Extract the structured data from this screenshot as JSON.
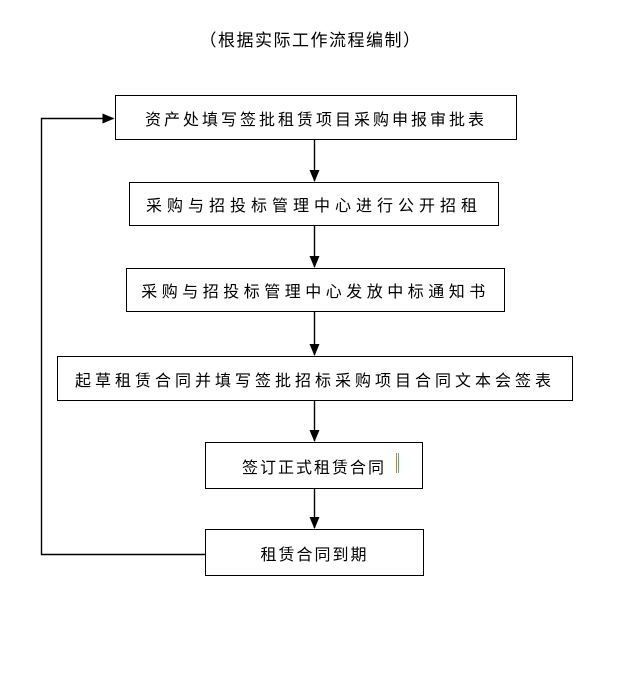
{
  "title": "（根据实际工作流程编制）",
  "flowchart": {
    "nodes": [
      {
        "id": "node-1",
        "label": "资产处填写签批租赁项目采购申报审批表"
      },
      {
        "id": "node-2",
        "label": "采购与招投标管理中心进行公开招租"
      },
      {
        "id": "node-3",
        "label": "采购与招投标管理中心发放中标通知书"
      },
      {
        "id": "node-4",
        "label": "起草租赁合同并填写签批招标采购项目合同文本会签表"
      },
      {
        "id": "node-5",
        "label": "签订正式租赁合同"
      },
      {
        "id": "node-6",
        "label": "租赁合同到期"
      }
    ],
    "edges": [
      {
        "from": "node-1",
        "to": "node-2",
        "type": "arrow-down"
      },
      {
        "from": "node-2",
        "to": "node-3",
        "type": "arrow-down"
      },
      {
        "from": "node-3",
        "to": "node-4",
        "type": "arrow-down"
      },
      {
        "from": "node-4",
        "to": "node-5",
        "type": "arrow-down"
      },
      {
        "from": "node-5",
        "to": "node-6",
        "type": "arrow-down"
      },
      {
        "from": "node-6",
        "to": "node-1",
        "type": "loop-back-left-side"
      }
    ],
    "colors": {
      "background": "#ffffff",
      "box_fill": "#ffffff",
      "box_border": "#000000",
      "line": "#000000",
      "text": "#000000",
      "caret_left_fringe": "#c8832e",
      "caret_right_fringe": "#5b9bd5"
    }
  }
}
